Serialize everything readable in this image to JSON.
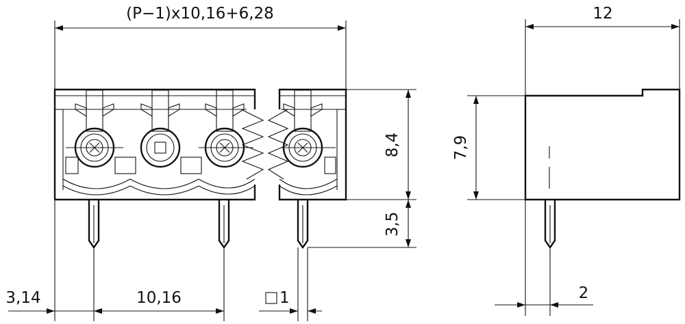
{
  "drawing": {
    "dimensions": {
      "overall_width": "(P−1)x10,16+6,28",
      "depth": "12",
      "body_height": "8,4",
      "side_height": "7,9",
      "pin_length": "3,5",
      "edge_offset": "3,14",
      "pitch": "10,16",
      "pin_square": "1",
      "pin_offset": "2"
    },
    "pin_count_shown": 4,
    "line_color": "#111111",
    "background": "#ffffff"
  }
}
